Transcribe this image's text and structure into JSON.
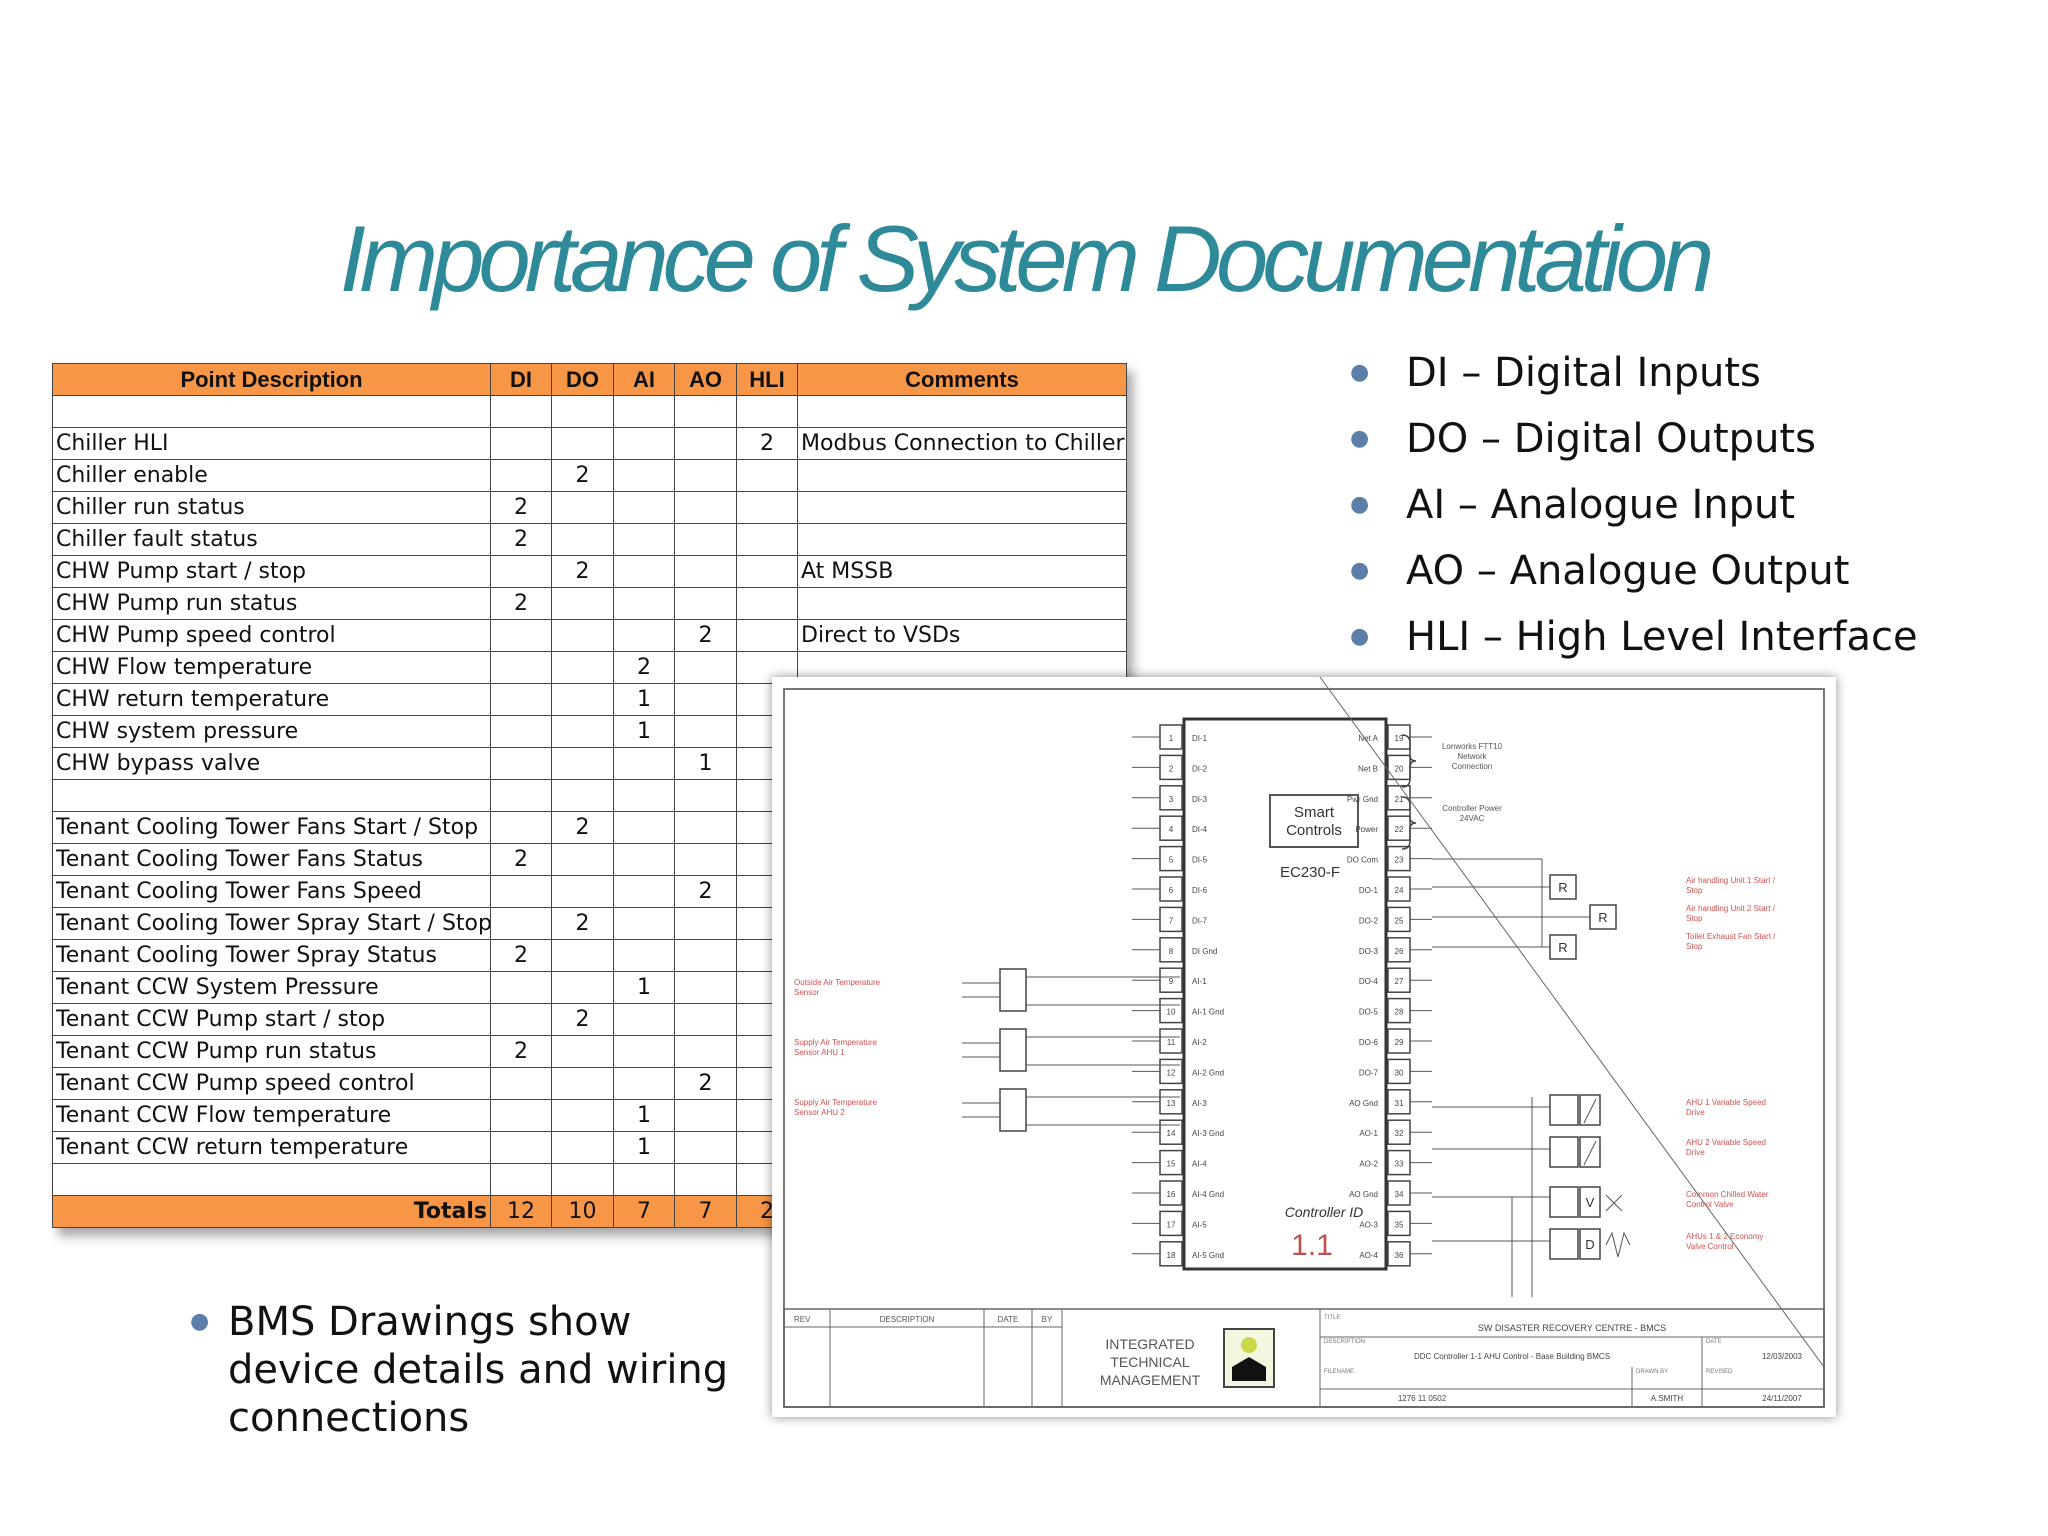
{
  "title": "Importance of System Documentation",
  "legend": [
    "DI – Digital Inputs",
    "DO – Digital Outputs",
    "AI – Analogue Input",
    "AO – Analogue Output",
    "HLI – High Level Interface"
  ],
  "points_table": {
    "headers": [
      "Point Description",
      "DI",
      "DO",
      "AI",
      "AO",
      "HLI",
      "Comments"
    ],
    "rows": [
      [
        "",
        "",
        "",
        "",
        "",
        "",
        ""
      ],
      [
        "Chiller HLI",
        "",
        "",
        "",
        "",
        "2",
        "Modbus Connection to Chiller"
      ],
      [
        "Chiller enable",
        "",
        "2",
        "",
        "",
        "",
        ""
      ],
      [
        "Chiller run status",
        "2",
        "",
        "",
        "",
        "",
        ""
      ],
      [
        "Chiller fault status",
        "2",
        "",
        "",
        "",
        "",
        ""
      ],
      [
        "CHW Pump start / stop",
        "",
        "2",
        "",
        "",
        "",
        "At MSSB"
      ],
      [
        "CHW Pump run status",
        "2",
        "",
        "",
        "",
        "",
        ""
      ],
      [
        "CHW Pump speed control",
        "",
        "",
        "",
        "2",
        "",
        "Direct to VSDs"
      ],
      [
        "CHW Flow temperature",
        "",
        "",
        "2",
        "",
        "",
        ""
      ],
      [
        "CHW return temperature",
        "",
        "",
        "1",
        "",
        "",
        ""
      ],
      [
        "CHW system pressure",
        "",
        "",
        "1",
        "",
        "",
        ""
      ],
      [
        "CHW bypass valve",
        "",
        "",
        "",
        "1",
        "",
        ""
      ],
      [
        "",
        "",
        "",
        "",
        "",
        "",
        ""
      ],
      [
        "Tenant Cooling Tower Fans Start / Stop",
        "",
        "2",
        "",
        "",
        "",
        ""
      ],
      [
        "Tenant Cooling Tower Fans Status",
        "2",
        "",
        "",
        "",
        "",
        ""
      ],
      [
        "Tenant Cooling Tower Fans Speed",
        "",
        "",
        "",
        "2",
        "",
        ""
      ],
      [
        "Tenant Cooling Tower Spray Start / Stop",
        "",
        "2",
        "",
        "",
        "",
        ""
      ],
      [
        "Tenant Cooling Tower Spray Status",
        "2",
        "",
        "",
        "",
        "",
        ""
      ],
      [
        "Tenant CCW System Pressure",
        "",
        "",
        "1",
        "",
        "",
        ""
      ],
      [
        "Tenant CCW Pump start / stop",
        "",
        "2",
        "",
        "",
        "",
        ""
      ],
      [
        "Tenant CCW Pump run status",
        "2",
        "",
        "",
        "",
        "",
        ""
      ],
      [
        "Tenant CCW Pump speed control",
        "",
        "",
        "",
        "2",
        "",
        ""
      ],
      [
        "Tenant CCW Flow temperature",
        "",
        "",
        "1",
        "",
        "",
        ""
      ],
      [
        "Tenant CCW return temperature",
        "",
        "",
        "1",
        "",
        "",
        ""
      ],
      [
        "",
        "",
        "",
        "",
        "",
        "",
        ""
      ]
    ],
    "totals": [
      "Totals",
      "12",
      "10",
      "7",
      "7",
      "2",
      ""
    ]
  },
  "note": [
    "BMS Drawings show",
    "device details and wiring",
    "connections"
  ],
  "drawing": {
    "module_label_1": "Smart",
    "module_label_2": "Controls",
    "model": "EC230-F",
    "controller_id_label": "Controller ID",
    "controller_id": "1.1",
    "left_terminals": [
      "1",
      "2",
      "3",
      "4",
      "5",
      "6",
      "7",
      "8",
      "9",
      "10",
      "11",
      "12",
      "13",
      "14",
      "15",
      "16",
      "17",
      "18"
    ],
    "left_labels": [
      "DI-1",
      "DI-2",
      "DI-3",
      "DI-4",
      "DI-5",
      "DI-6",
      "DI-7",
      "DI Gnd",
      "AI-1",
      "AI-1 Gnd",
      "AI-2",
      "AI-2 Gnd",
      "AI-3",
      "AI-3 Gnd",
      "AI-4",
      "AI-4 Gnd",
      "AI-5",
      "AI-5 Gnd"
    ],
    "right_labels": [
      "Net A",
      "Net B",
      "Pwr Gnd",
      "Power",
      "DO Com",
      "DO-1",
      "DO-2",
      "DO-3",
      "DO-4",
      "DO-5",
      "DO-6",
      "DO-7",
      "AO Gnd",
      "AO-1",
      "AO-2",
      "AO Gnd",
      "AO-3",
      "AO-4"
    ],
    "right_terminals": [
      "19",
      "20",
      "21",
      "22",
      "23",
      "24",
      "25",
      "26",
      "27",
      "28",
      "29",
      "30",
      "31",
      "32",
      "33",
      "34",
      "35",
      "36"
    ],
    "net_note": [
      "Lonworks FTT10",
      "Network",
      "Connection"
    ],
    "power_note": [
      "Controller Power",
      "24VAC"
    ],
    "relay_letter": "R",
    "v_letter": "V",
    "d_letter": "D",
    "sensor_notes": [
      [
        "Outside Air Temperature",
        "Sensor"
      ],
      [
        "Supply Air Temperature",
        "Sensor AHU 1"
      ],
      [
        "Supply Air Temperature",
        "Sensor AHU 2"
      ]
    ],
    "do_notes": [
      [
        "Air handling Unit 1 Start /",
        "Stop"
      ],
      [
        "Air handling Unit 2 Start /",
        "Stop"
      ],
      [
        "Toilet Exhaust Fan Start /",
        "Stop"
      ]
    ],
    "ao_notes": [
      [
        "AHU 1 Variable Speed",
        "Drive"
      ],
      [
        "AHU 2 Variable Speed",
        "Drive"
      ],
      [
        "Common Chilled Water",
        "Control Valve"
      ],
      [
        "AHUs 1 & 2 Economy",
        "Valve Control"
      ]
    ],
    "title_block": {
      "rev": "REV",
      "description": "DESCRIPTION",
      "date": "DATE",
      "by": "BY",
      "company": [
        "INTEGRATED",
        "TECHNICAL",
        "MANAGEMENT"
      ],
      "project": "SW DISASTER RECOVERY CENTRE - BMCS",
      "drawing_desc": "DDC Controller 1-1 AHU Control - Base Building BMCS",
      "date_value": "12/03/2003",
      "drawing_no": "1276 11 0502",
      "drawn_by": "A.SMITH",
      "revision_date": "24/11/2007",
      "field_title": "TITLE",
      "field_description": "DESCRIPTION",
      "field_date": "DATE",
      "field_filename": "FILENAME",
      "field_drawn": "DRAWN BY",
      "field_revised": "REVISED"
    }
  }
}
